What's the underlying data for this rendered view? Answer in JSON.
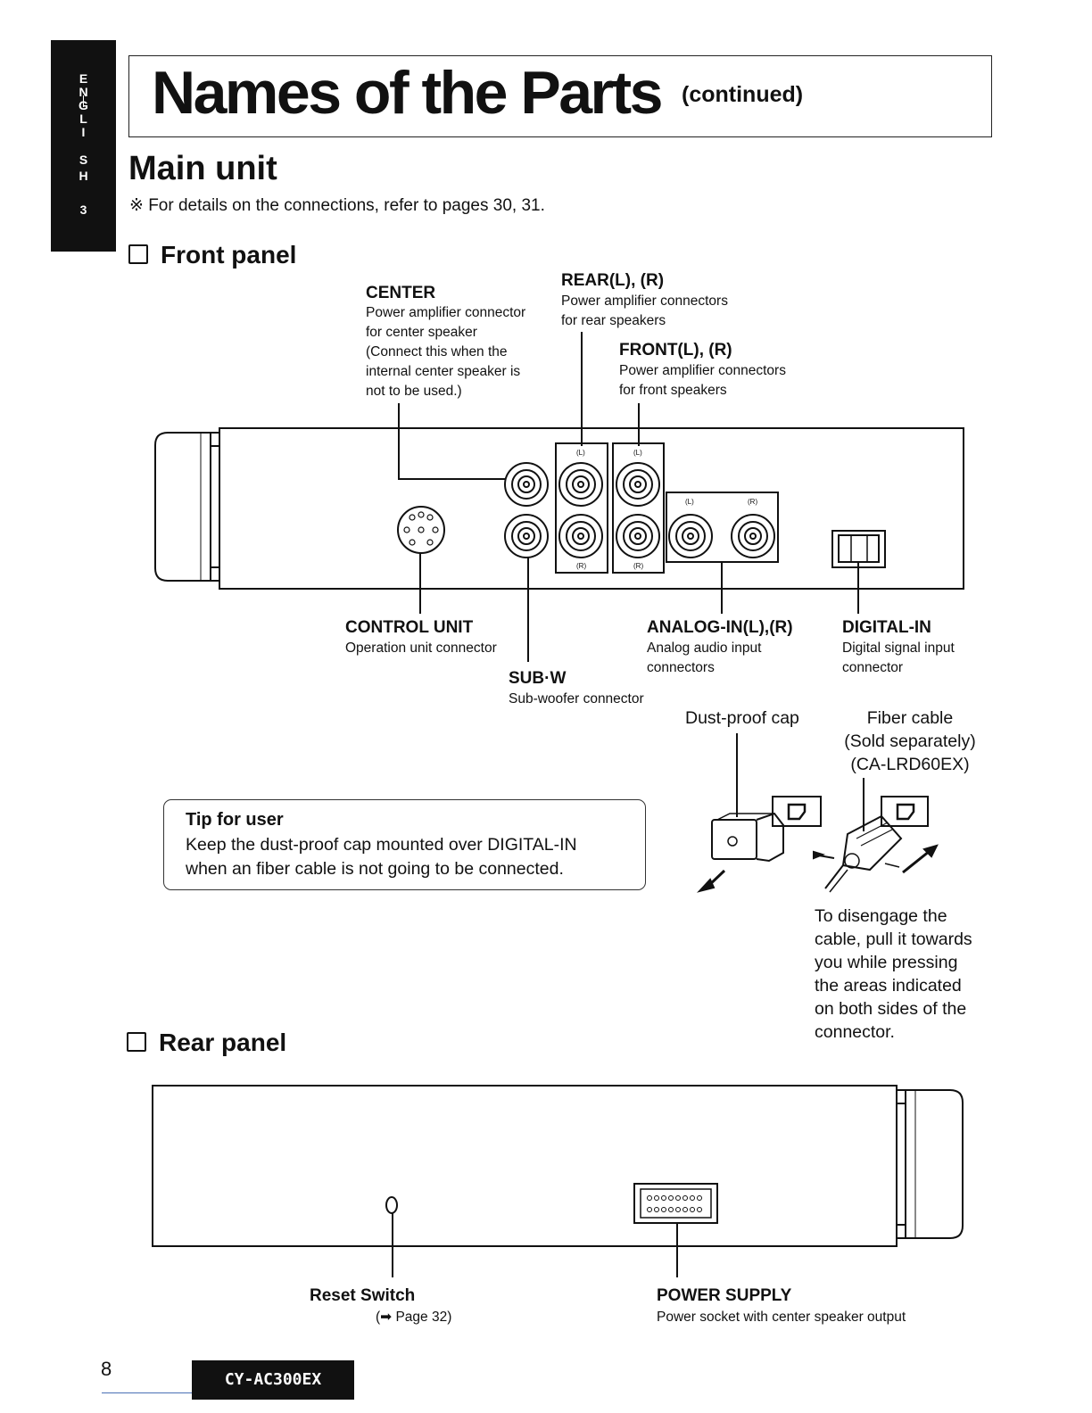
{
  "sidebar": {
    "letters": [
      "E",
      "N",
      "G",
      "L",
      "I",
      "S",
      "H"
    ],
    "page_tag": "3"
  },
  "header": {
    "title": "Names of the Parts",
    "subtitle": "(continued)"
  },
  "section": {
    "title": "Main unit",
    "note": "※ For details on the connections, refer to pages 30, 31."
  },
  "front_panel": {
    "heading": "Front panel",
    "center": {
      "label": "CENTER",
      "desc": [
        "Power amplifier connector",
        "for center speaker",
        "(Connect this when the",
        "internal center speaker is",
        "not to be used.)"
      ]
    },
    "rear": {
      "label": "REAR(L), (R)",
      "desc": [
        "Power amplifier connectors",
        "for rear speakers"
      ]
    },
    "front": {
      "label": "FRONT(L), (R)",
      "desc": [
        "Power amplifier connectors",
        "for front speakers"
      ]
    },
    "control_unit": {
      "label": "CONTROL UNIT",
      "desc": "Operation unit connector"
    },
    "sub_w": {
      "label": "SUB·W",
      "desc": "Sub-woofer connector"
    },
    "analog_in": {
      "label": "ANALOG-IN(L),(R)",
      "desc": [
        "Analog audio input",
        "connectors"
      ]
    },
    "digital_in": {
      "label": "DIGITAL-IN",
      "desc": [
        "Digital signal input",
        "connector"
      ]
    },
    "jack_tags": {
      "l": "(L)",
      "r": "(R)"
    }
  },
  "dust_cap": {
    "label": "Dust-proof cap",
    "fiber": [
      "Fiber cable",
      "(Sold separately)",
      "(CA-LRD60EX)"
    ]
  },
  "tip": {
    "title": "Tip for user",
    "body": [
      "Keep the dust-proof cap mounted over DIGITAL-IN",
      "when an fiber cable is not going to be connected."
    ]
  },
  "disengage": [
    "To disengage the",
    "cable, pull it towards",
    "you while pressing",
    "the areas indicated",
    "on both sides of the",
    "connector."
  ],
  "rear_panel": {
    "heading": "Rear panel",
    "reset": {
      "label": "Reset Switch",
      "ref": "(➡ Page 32)"
    },
    "power": {
      "label": "POWER SUPPLY",
      "desc": "Power socket with center speaker output"
    }
  },
  "footer": {
    "page_number": "8",
    "model": "CY-AC300EX"
  }
}
